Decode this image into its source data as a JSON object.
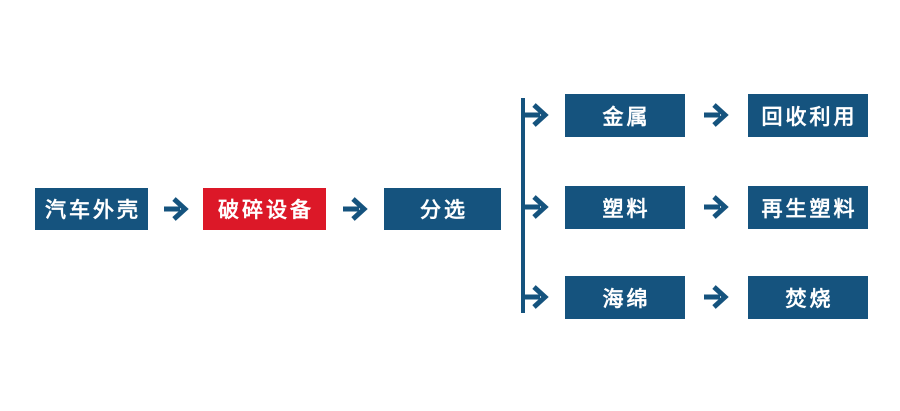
{
  "colors": {
    "primary_blue": "#15537E",
    "highlight_red": "#DC1828",
    "text_white": "#FFFFFF",
    "background": "#FFFFFF"
  },
  "flowchart": {
    "main_row": [
      {
        "id": "auto-shell",
        "label": "汽车外壳",
        "style": "blue"
      },
      {
        "id": "crushing-equipment",
        "label": "破碎设备",
        "style": "red"
      },
      {
        "id": "sorting",
        "label": "分选",
        "style": "blue"
      }
    ],
    "branch_rows": [
      {
        "material": "金属",
        "outcome": "回收利用"
      },
      {
        "material": "塑料",
        "outcome": "再生塑料"
      },
      {
        "material": "海绵",
        "outcome": "焚烧"
      }
    ]
  }
}
